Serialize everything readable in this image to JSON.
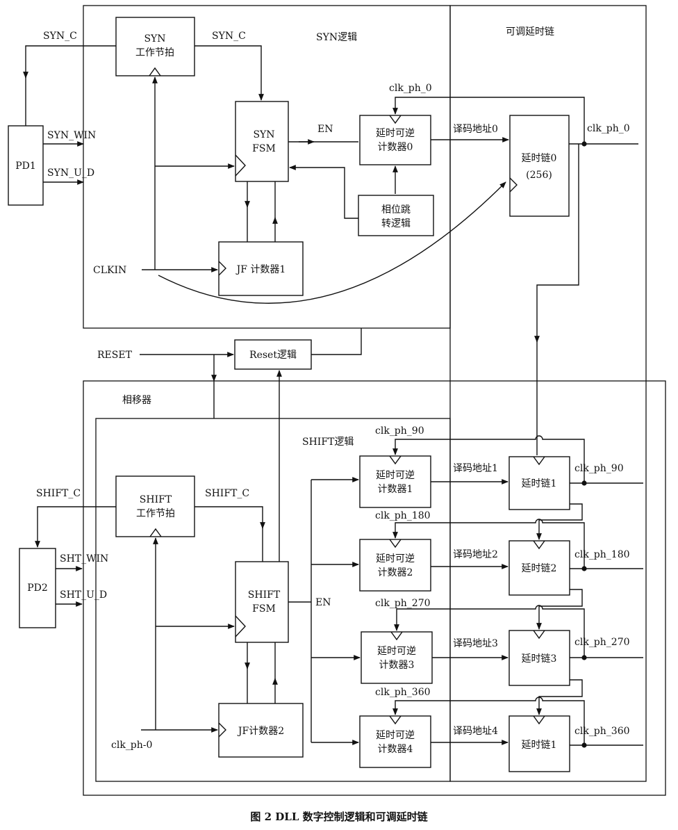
{
  "sections": {
    "syn_logic": "SYN逻辑",
    "delay_chain": "可调延时链",
    "phase_shifter": "相移器",
    "shift_logic": "SHIFT逻辑"
  },
  "blocks": {
    "pd1": "PD1",
    "pd2": "PD2",
    "syn_beat": [
      "SYN",
      "工作节拍"
    ],
    "syn_fsm": [
      "SYN",
      "FSM"
    ],
    "jf_counter1": "JF 计数器1",
    "phase_jump": [
      "相位跳",
      "转逻辑"
    ],
    "counter0": [
      "延时可逆",
      "计数器0"
    ],
    "chain0": [
      "延时链0",
      "(256)"
    ],
    "reset_logic": "Reset逻辑",
    "shift_beat": [
      "SHIFT",
      "工作节拍"
    ],
    "shift_fsm": [
      "SHIFT",
      "FSM"
    ],
    "jf_counter2": "JF计数器2",
    "counter1": [
      "延时可逆",
      "计数器1"
    ],
    "counter2": [
      "延时可逆",
      "计数器2"
    ],
    "counter3": [
      "延时可逆",
      "计数器3"
    ],
    "counter4": [
      "延时可逆",
      "计数器4"
    ],
    "chain1": "延时链1",
    "chain2": "延时链2",
    "chain3": "延时链3",
    "chain4": "延时链1"
  },
  "signals": {
    "syn_c_left": "SYN_C",
    "syn_c_right": "SYN_C",
    "syn_win": "SYN_WIN",
    "syn_u_d": "SYN_U_D",
    "en_top": "EN",
    "clk_ph_0_in": "clk_ph_0",
    "clk_ph_0_out": "clk_ph_0",
    "decode_addr0": "译码地址0",
    "clkin": "CLKIN",
    "reset": "RESET",
    "shift_c_left": "SHIFT_C",
    "shift_c_right": "SHIFT_C",
    "sht_win": "SHT_WIN",
    "sht_u_d": "SHT_U_D",
    "en_bottom": "EN",
    "clk_ph_90_in": "clk_ph_90",
    "clk_ph_90_out": "clk_ph_90",
    "clk_ph_180_in": "clk_ph_180",
    "clk_ph_180_out": "clk_ph_180",
    "clk_ph_270_in": "clk_ph_270",
    "clk_ph_270_out": "clk_ph_270",
    "clk_ph_360_in": "clk_ph_360",
    "clk_ph_360_out": "clk_ph_360",
    "decode_addr1": "译码地址1",
    "decode_addr2": "译码地址2",
    "decode_addr3": "译码地址3",
    "decode_addr4": "译码地址4",
    "clk_ph_minus0": "clk_ph-0"
  },
  "caption": "图 2   DLL 数字控制逻辑和可调延时链"
}
